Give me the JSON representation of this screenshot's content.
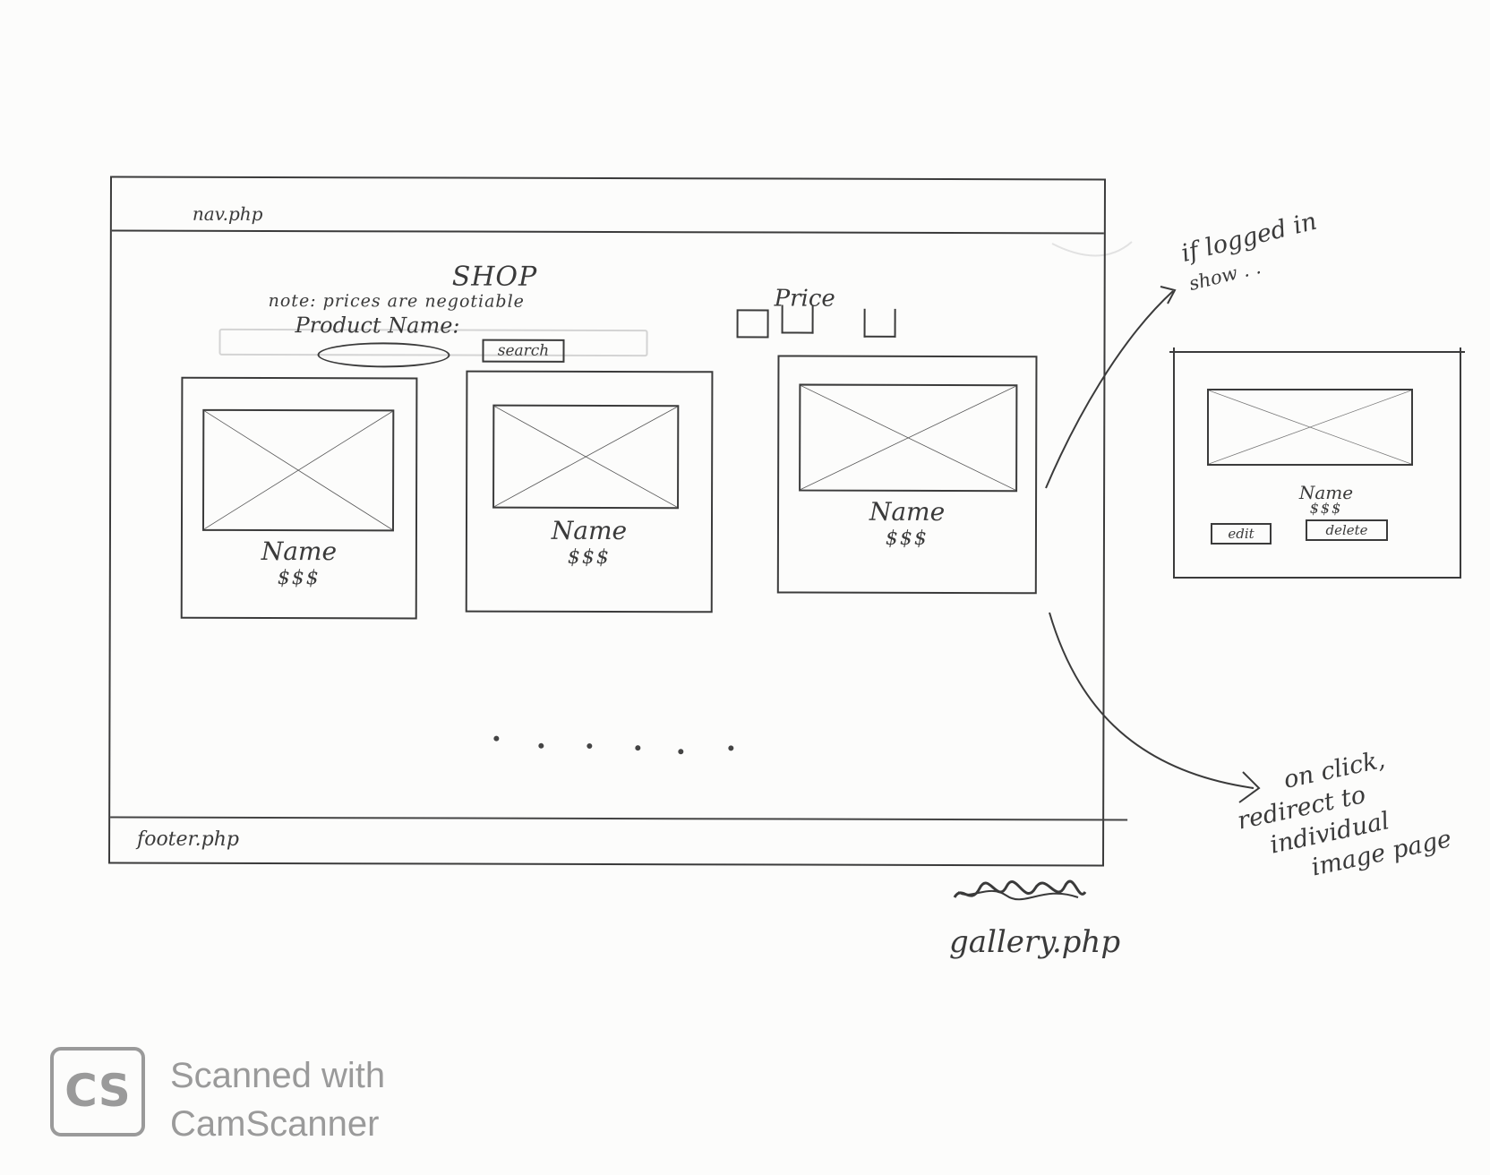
{
  "wireframe": {
    "nav_label": "nav.php",
    "footer_label": "footer.php",
    "title": "SHOP",
    "note": "note: prices are negotiable",
    "product_name_label": "Product Name:",
    "search_button": "search",
    "price_label": "Price",
    "cards": [
      {
        "name": "Name",
        "price": "$$$"
      },
      {
        "name": "Name",
        "price": "$$$"
      },
      {
        "name": "Name",
        "price": "$$$"
      }
    ],
    "pagination_dots": 6
  },
  "logged_in": {
    "annotation": [
      "if logged in",
      "show . ."
    ],
    "card": {
      "name": "Name",
      "price": "$$$",
      "edit": "edit",
      "delete": "delete"
    }
  },
  "click_annotation": [
    "on click,",
    "redirect to",
    "individual",
    "image page"
  ],
  "file_name": "gallery.php",
  "watermark": {
    "logo": "CS",
    "line1": "Scanned with",
    "line2": "CamScanner"
  }
}
